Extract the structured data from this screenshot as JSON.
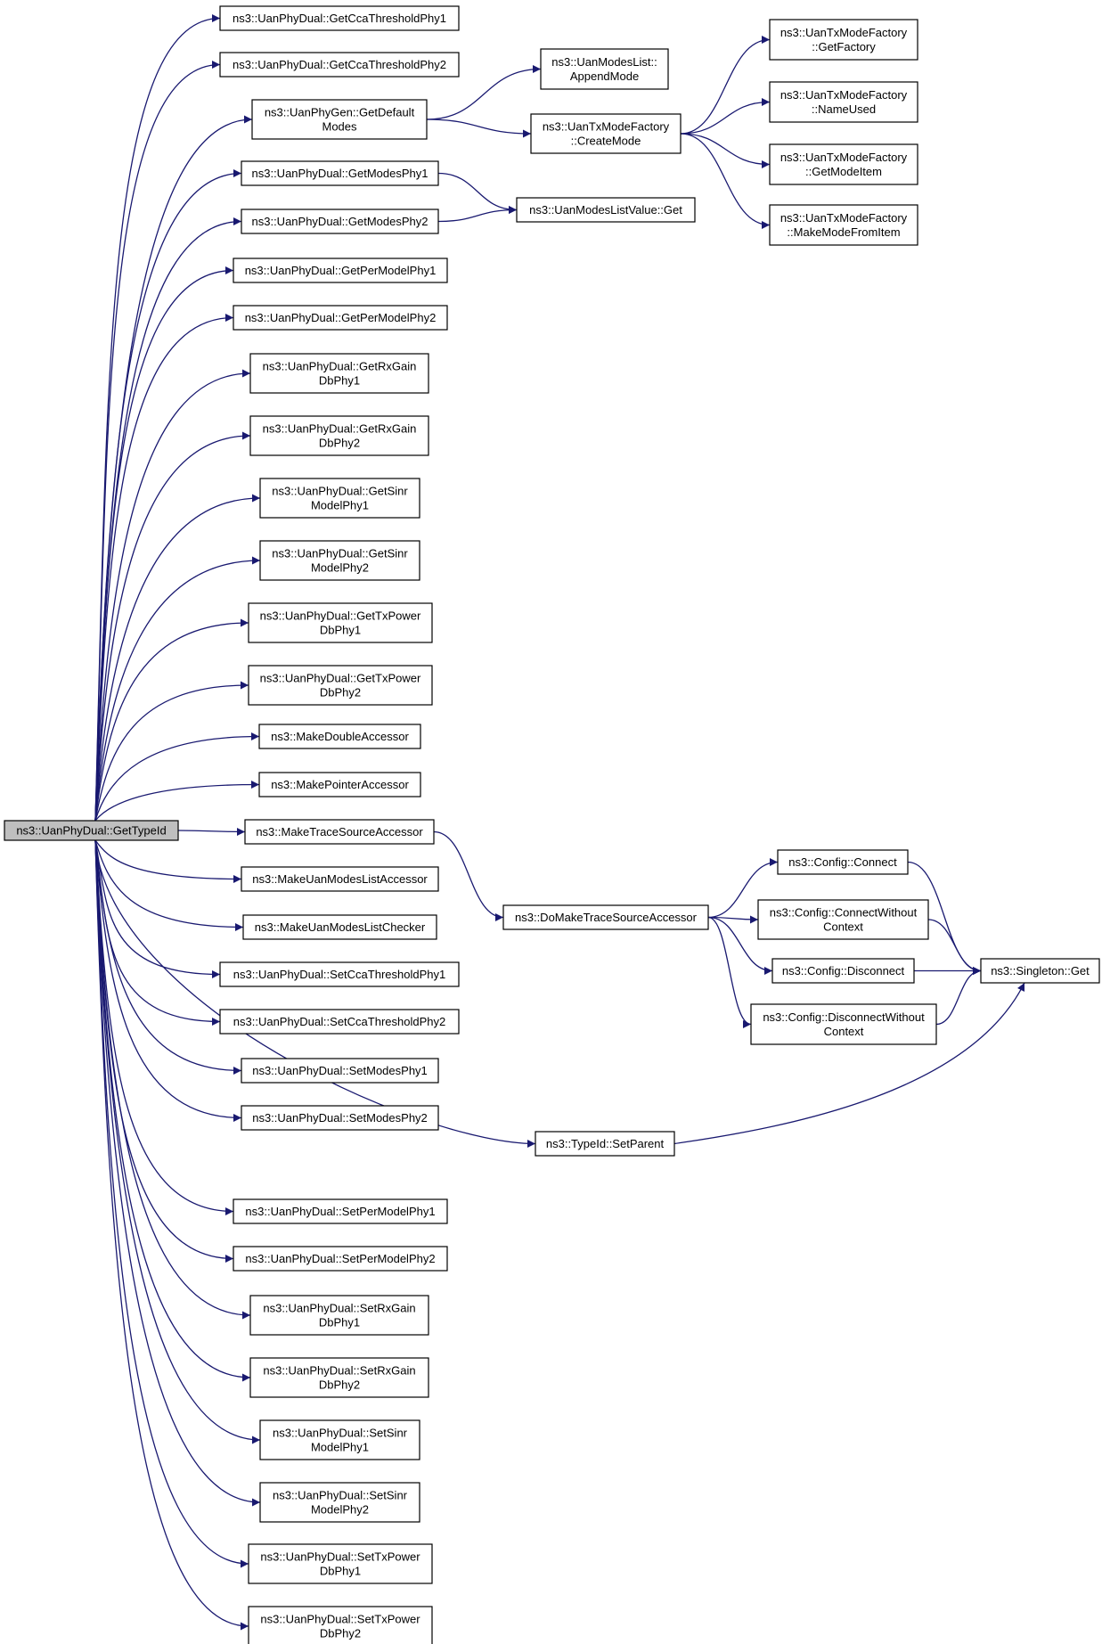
{
  "graph": {
    "title": "",
    "edge_color": "#191970",
    "root_fill": "#bfbfbf",
    "nodes": [
      {
        "id": "getTypeId",
        "lines": [
          "ns3::UanPhyDual::GetTypeId"
        ],
        "root": true
      },
      {
        "id": "getCca1",
        "lines": [
          "ns3::UanPhyDual::GetCcaThresholdPhy1"
        ]
      },
      {
        "id": "getCca2",
        "lines": [
          "ns3::UanPhyDual::GetCcaThresholdPhy2"
        ]
      },
      {
        "id": "getDefaultModes",
        "lines": [
          "ns3::UanPhyGen::GetDefault",
          "Modes"
        ]
      },
      {
        "id": "getModes1",
        "lines": [
          "ns3::UanPhyDual::GetModesPhy1"
        ]
      },
      {
        "id": "getModes2",
        "lines": [
          "ns3::UanPhyDual::GetModesPhy2"
        ]
      },
      {
        "id": "getPer1",
        "lines": [
          "ns3::UanPhyDual::GetPerModelPhy1"
        ]
      },
      {
        "id": "getPer2",
        "lines": [
          "ns3::UanPhyDual::GetPerModelPhy2"
        ]
      },
      {
        "id": "getRxGain1",
        "lines": [
          "ns3::UanPhyDual::GetRxGain",
          "DbPhy1"
        ]
      },
      {
        "id": "getRxGain2",
        "lines": [
          "ns3::UanPhyDual::GetRxGain",
          "DbPhy2"
        ]
      },
      {
        "id": "getSinr1",
        "lines": [
          "ns3::UanPhyDual::GetSinr",
          "ModelPhy1"
        ]
      },
      {
        "id": "getSinr2",
        "lines": [
          "ns3::UanPhyDual::GetSinr",
          "ModelPhy2"
        ]
      },
      {
        "id": "getTxPower1",
        "lines": [
          "ns3::UanPhyDual::GetTxPower",
          "DbPhy1"
        ]
      },
      {
        "id": "getTxPower2",
        "lines": [
          "ns3::UanPhyDual::GetTxPower",
          "DbPhy2"
        ]
      },
      {
        "id": "makeDouble",
        "lines": [
          "ns3::MakeDoubleAccessor"
        ]
      },
      {
        "id": "makePointer",
        "lines": [
          "ns3::MakePointerAccessor"
        ]
      },
      {
        "id": "makeTraceSource",
        "lines": [
          "ns3::MakeTraceSourceAccessor"
        ]
      },
      {
        "id": "makeUanModesListAcc",
        "lines": [
          "ns3::MakeUanModesListAccessor"
        ]
      },
      {
        "id": "makeUanModesListChk",
        "lines": [
          "ns3::MakeUanModesListChecker"
        ]
      },
      {
        "id": "setCca1",
        "lines": [
          "ns3::UanPhyDual::SetCcaThresholdPhy1"
        ]
      },
      {
        "id": "setCca2",
        "lines": [
          "ns3::UanPhyDual::SetCcaThresholdPhy2"
        ]
      },
      {
        "id": "setModes1",
        "lines": [
          "ns3::UanPhyDual::SetModesPhy1"
        ]
      },
      {
        "id": "setModes2",
        "lines": [
          "ns3::UanPhyDual::SetModesPhy2"
        ]
      },
      {
        "id": "setParent",
        "lines": [
          "ns3::TypeId::SetParent"
        ]
      },
      {
        "id": "setPer1",
        "lines": [
          "ns3::UanPhyDual::SetPerModelPhy1"
        ]
      },
      {
        "id": "setPer2",
        "lines": [
          "ns3::UanPhyDual::SetPerModelPhy2"
        ]
      },
      {
        "id": "setRxGain1",
        "lines": [
          "ns3::UanPhyDual::SetRxGain",
          "DbPhy1"
        ]
      },
      {
        "id": "setRxGain2",
        "lines": [
          "ns3::UanPhyDual::SetRxGain",
          "DbPhy2"
        ]
      },
      {
        "id": "setSinr1",
        "lines": [
          "ns3::UanPhyDual::SetSinr",
          "ModelPhy1"
        ]
      },
      {
        "id": "setSinr2",
        "lines": [
          "ns3::UanPhyDual::SetSinr",
          "ModelPhy2"
        ]
      },
      {
        "id": "setTxPower1",
        "lines": [
          "ns3::UanPhyDual::SetTxPower",
          "DbPhy1"
        ]
      },
      {
        "id": "setTxPower2",
        "lines": [
          "ns3::UanPhyDual::SetTxPower",
          "DbPhy2"
        ]
      },
      {
        "id": "appendMode",
        "lines": [
          "ns3::UanModesList::",
          "AppendMode"
        ]
      },
      {
        "id": "createMode",
        "lines": [
          "ns3::UanTxModeFactory",
          "::CreateMode"
        ]
      },
      {
        "id": "modesListValueGet",
        "lines": [
          "ns3::UanModesListValue::Get"
        ]
      },
      {
        "id": "getFactory",
        "lines": [
          "ns3::UanTxModeFactory",
          "::GetFactory"
        ]
      },
      {
        "id": "nameUsed",
        "lines": [
          "ns3::UanTxModeFactory",
          "::NameUsed"
        ]
      },
      {
        "id": "getModeItem",
        "lines": [
          "ns3::UanTxModeFactory",
          "::GetModeItem"
        ]
      },
      {
        "id": "makeModeFromItem",
        "lines": [
          "ns3::UanTxModeFactory",
          "::MakeModeFromItem"
        ]
      },
      {
        "id": "doMakeTraceSource",
        "lines": [
          "ns3::DoMakeTraceSourceAccessor"
        ]
      },
      {
        "id": "configConnect",
        "lines": [
          "ns3::Config::Connect"
        ]
      },
      {
        "id": "configConnectWC",
        "lines": [
          "ns3::Config::ConnectWithout",
          "Context"
        ]
      },
      {
        "id": "configDisconnect",
        "lines": [
          "ns3::Config::Disconnect"
        ]
      },
      {
        "id": "configDisconnectWC",
        "lines": [
          "ns3::Config::DisconnectWithout",
          "Context"
        ]
      },
      {
        "id": "singletonGet",
        "lines": [
          "ns3::Singleton::Get"
        ]
      }
    ],
    "edges": [
      [
        "getTypeId",
        "getCca1"
      ],
      [
        "getTypeId",
        "getCca2"
      ],
      [
        "getTypeId",
        "getDefaultModes"
      ],
      [
        "getTypeId",
        "getModes1"
      ],
      [
        "getTypeId",
        "getModes2"
      ],
      [
        "getTypeId",
        "getPer1"
      ],
      [
        "getTypeId",
        "getPer2"
      ],
      [
        "getTypeId",
        "getRxGain1"
      ],
      [
        "getTypeId",
        "getRxGain2"
      ],
      [
        "getTypeId",
        "getSinr1"
      ],
      [
        "getTypeId",
        "getSinr2"
      ],
      [
        "getTypeId",
        "getTxPower1"
      ],
      [
        "getTypeId",
        "getTxPower2"
      ],
      [
        "getTypeId",
        "makeDouble"
      ],
      [
        "getTypeId",
        "makePointer"
      ],
      [
        "getTypeId",
        "makeTraceSource"
      ],
      [
        "getTypeId",
        "makeUanModesListAcc"
      ],
      [
        "getTypeId",
        "makeUanModesListChk"
      ],
      [
        "getTypeId",
        "setCca1"
      ],
      [
        "getTypeId",
        "setCca2"
      ],
      [
        "getTypeId",
        "setModes1"
      ],
      [
        "getTypeId",
        "setModes2"
      ],
      [
        "getTypeId",
        "setParent"
      ],
      [
        "getTypeId",
        "setPer1"
      ],
      [
        "getTypeId",
        "setPer2"
      ],
      [
        "getTypeId",
        "setRxGain1"
      ],
      [
        "getTypeId",
        "setRxGain2"
      ],
      [
        "getTypeId",
        "setSinr1"
      ],
      [
        "getTypeId",
        "setSinr2"
      ],
      [
        "getTypeId",
        "setTxPower1"
      ],
      [
        "getTypeId",
        "setTxPower2"
      ],
      [
        "getDefaultModes",
        "appendMode"
      ],
      [
        "getDefaultModes",
        "createMode"
      ],
      [
        "getModes1",
        "modesListValueGet"
      ],
      [
        "getModes2",
        "modesListValueGet"
      ],
      [
        "createMode",
        "getFactory"
      ],
      [
        "createMode",
        "nameUsed"
      ],
      [
        "createMode",
        "getModeItem"
      ],
      [
        "createMode",
        "makeModeFromItem"
      ],
      [
        "makeTraceSource",
        "doMakeTraceSource"
      ],
      [
        "doMakeTraceSource",
        "configConnect"
      ],
      [
        "doMakeTraceSource",
        "configConnectWC"
      ],
      [
        "doMakeTraceSource",
        "configDisconnect"
      ],
      [
        "doMakeTraceSource",
        "configDisconnectWC"
      ],
      [
        "configConnect",
        "singletonGet"
      ],
      [
        "configConnectWC",
        "singletonGet"
      ],
      [
        "configDisconnect",
        "singletonGet"
      ],
      [
        "configDisconnectWC",
        "singletonGet"
      ],
      [
        "setParent",
        "singletonGet"
      ]
    ]
  }
}
